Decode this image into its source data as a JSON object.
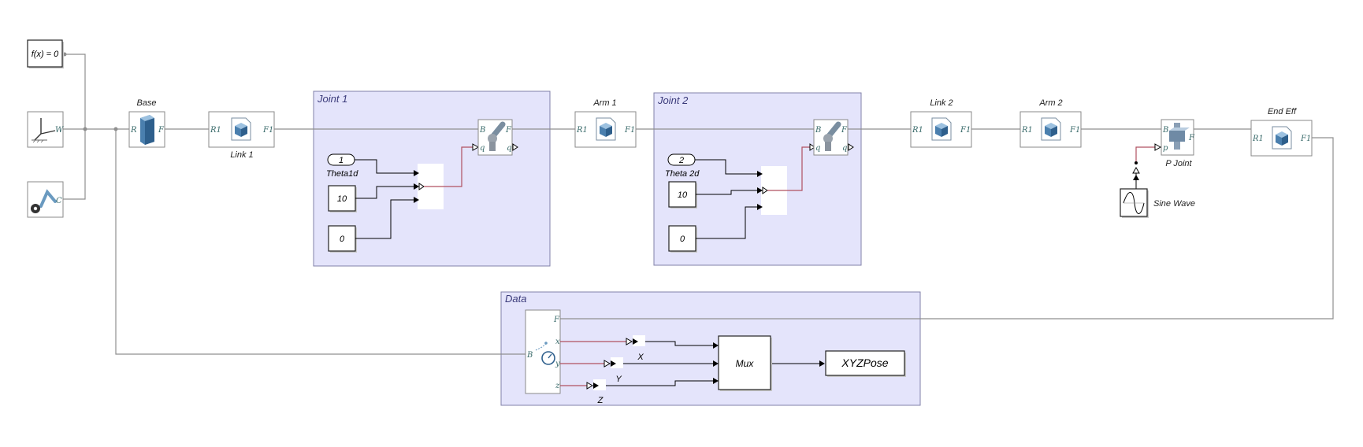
{
  "diagram": {
    "solver_block": {
      "text": "f(x) = 0"
    },
    "frame_ports": {
      "W": "W",
      "C": "C"
    },
    "base": {
      "label": "Base",
      "R": "R",
      "F": "F"
    },
    "link1": {
      "label": "Link 1",
      "R1": "R1",
      "F1": "F1"
    },
    "joint1": {
      "title": "Joint 1",
      "inport_num": "1",
      "inport_label": "Theta1d",
      "const1": "10",
      "const2": "0",
      "B": "B",
      "F": "F",
      "q1": "q",
      "q2": "q"
    },
    "arm1": {
      "label": "Arm 1",
      "R1": "R1",
      "F1": "F1"
    },
    "joint2": {
      "title": "Joint 2",
      "inport_num": "2",
      "inport_label": "Theta 2d",
      "const1": "10",
      "const2": "0",
      "B": "B",
      "F": "F",
      "q1": "q",
      "q2": "q"
    },
    "link2": {
      "label": "Link 2",
      "R1": "R1",
      "F1": "F1"
    },
    "arm2": {
      "label": "Arm 2",
      "R1": "R1",
      "F1": "F1"
    },
    "pjoint": {
      "label": "P Joint",
      "B": "B",
      "F": "F",
      "p": "p"
    },
    "sine": {
      "label": "Sine Wave"
    },
    "endeff": {
      "label": "End Eff",
      "R1": "R1",
      "F1": "F1"
    },
    "data": {
      "title": "Data",
      "F": "F",
      "B": "B",
      "x": "x",
      "y": "y",
      "z": "z",
      "gotoX": "X",
      "gotoY": "Y",
      "gotoZ": "Z",
      "mux": "Mux",
      "out": "XYZPose"
    }
  },
  "colors": {
    "subsystem_fill": "#e4e4fb",
    "connection_line": "#8f8f8f",
    "signal_red": "#b05060",
    "port_text": "#3a6b6b"
  }
}
